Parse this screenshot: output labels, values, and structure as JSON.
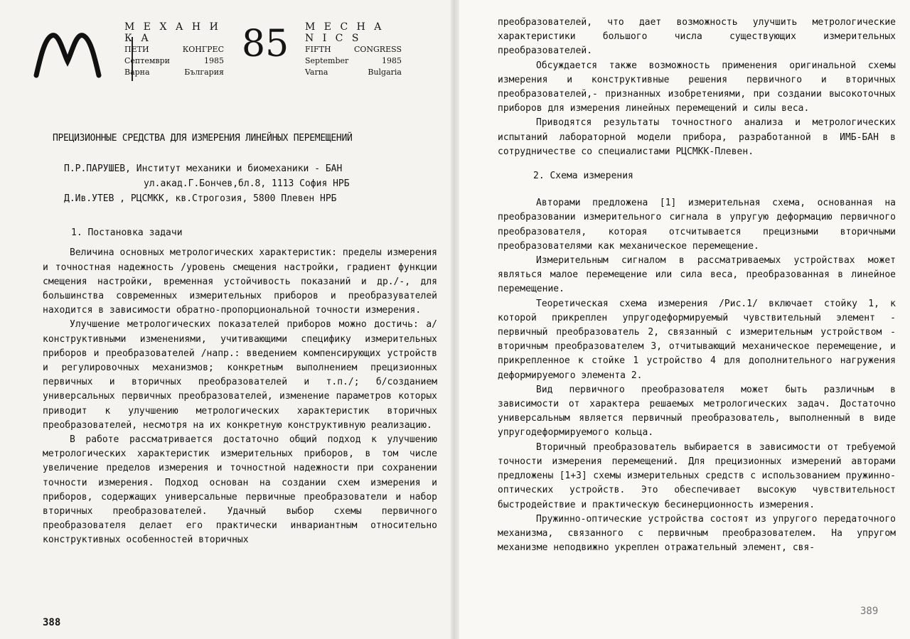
{
  "header": {
    "bg_title": "М Е Х А Н И К А",
    "bg_line1_a": "ПЕТИ",
    "bg_line1_b": "КОНГРЕС",
    "bg_line2_a": "Септември",
    "bg_line2_b": "1985",
    "bg_line3_a": "Варна",
    "bg_line3_b": "България",
    "number": "85",
    "en_title": "M E C H A N I C S",
    "en_line1_a": "FIFTH",
    "en_line1_b": "CONGRESS",
    "en_line2_a": "September",
    "en_line2_b": "1985",
    "en_line3_a": "Varna",
    "en_line3_b": "Bulgaria"
  },
  "left_page": {
    "title": "ПРЕЦИЗИОННЫЕ СРЕДСТВА ДЛЯ ИЗМЕРЕНИЯ ЛИНЕЙНЫХ ПЕРЕМЕЩЕНИЙ",
    "author1": "П.Р.ПАРУШЕВ, Институт механики и биомеханики - БАН",
    "author1_addr": "ул.акад.Г.Бончев,бл.8, 1113 София НРБ",
    "author2": "Д.Ив.УТЕВ  , РЦСМКК, кв.Строгозия, 5800 Плевен НРБ",
    "section1": "1. Постановка задачи",
    "p1": "Величина основных метрологических характеристик: пределы измерения и точностная надежность /уровень смещения настройки, градиент функции смещения настройки, временная устойчивость показаний и др./-, для большинства современных измерительных приборов и преобразувателей находится в зависимости обратно-пропорциональной точности измерения.",
    "p2": "Улучшение метрологических показателей приборов можно достичь: а/конструктивными изменениями, учитивающими специфику измерительных приборов и преобразователей /напр.: введением компенсирующих устройств и регулировочных механизмов; конкретным выполнением прецизионных первичных и вторичных преобразователей и т.п./; б/созданием универсальных первичных преобразователей, изменение параметров которых приводит к улучшению метрологических характеристик вторичных преобразователей, несмотря на их конкретную конструктивную реализацию.",
    "p3": "В работе рассматривается достаточно общий подход к улучшению метрологических характеристик измерительных приборов, в том числе увеличение пределов измерения и точностной надежности при сохранении точности измерения. Подход основан на создании схем измерения и приборов, содержащих универсальные первичные преобразователи и набор вторичных преобразователей. Удачный выбор схемы первичного преобразователя делает его практически инвариантным относительно конструктивных особенностей вторичных",
    "page_number": "388"
  },
  "right_page": {
    "p0": "преобразователей, что дает возможность улучшить метрологические характеристики большого числа существующих измерительных преобразователей.",
    "p1": "Обсуждается также возможность применения оригинальной схемы измерения и конструктивные решения первичного и вторичных преобразователей,- признанных изобретениями, при создании высокоточных приборов для измерения линейных перемещений и силы веса.",
    "p2": "Приводятся результаты точностного анализа и метрологических испытаний лабораторной модели прибора, разработанной в ИМБ-БАН в сотрудничестве со специалистами РЦСМКК-Плевен.",
    "section2": "2. Схема измерения",
    "p3": "Авторами предложена [1] измерительная схема, основанная на преобразовании измерительного сигнала в упругую деформацию первичного преобразователя, которая отсчитывается прецизными вторичными преобразователями как механическое перемещение.",
    "p4": "Измерительным сигналом в рассматриваемых устройствах может являться малое перемещение или сила веса, преобразованная в линейное перемещение.",
    "p5": "Теоретическая схема измерения /Рис.1/ включает стойку 1, к которой прикреплен упругодеформируемый чувствительный элемент - первичный преобразователь 2, связанный с измерительным устройством - вторичным преобразователем 3, отчитывающий механическое перемещение, и прикрепленное к стойке 1 устройство 4 для дополнительного нагружения деформируемого элемента 2.",
    "p6": "Вид первичного преобразователя может быть различным в зависимости от характера решаемых метрологических задач. Достаточно универсальным является первичный преобразователь, выполненный в виде упругодеформируемого кольца.",
    "p7": "Вторичный преобразователь выбирается в зависимости от требуемой точности измерения перемещений. Для прецизионных измерений авторами предложены [1+3] схемы измерительных средств с использованием пружинно-оптических устройств. Это обеспечивает высокую чувствительност  быстродействие и практическую бесинерционность измерения.",
    "p8": "Пружинно-оптические устройства состоят из упругого передаточного механизма, связанного с первичным преобразователем. На упругом механизме неподвижно укреплен отражательный элемент, свя-",
    "page_number": "389"
  }
}
